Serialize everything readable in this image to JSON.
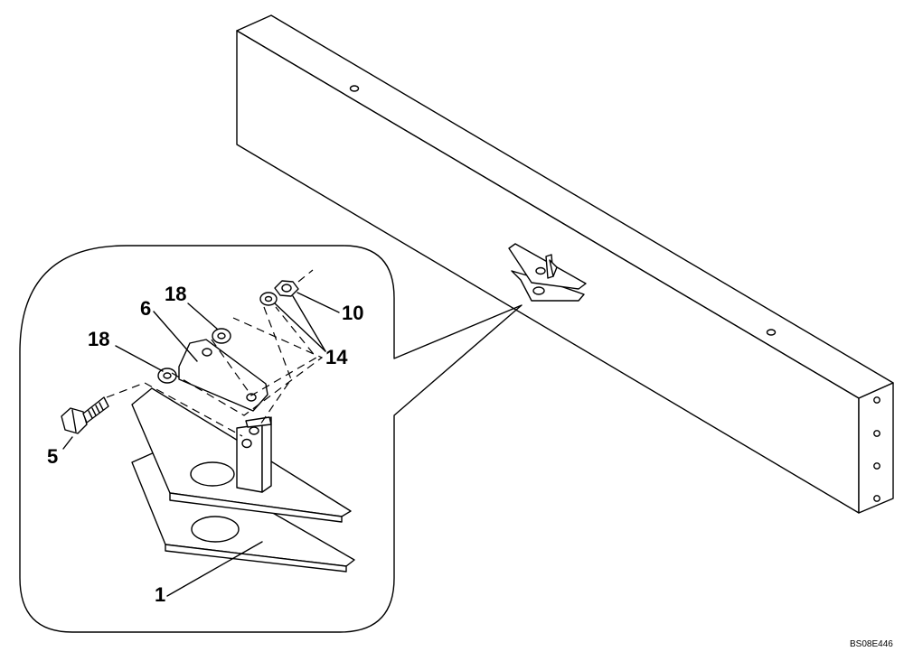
{
  "drawing_code": "BS08E446",
  "callouts": [
    {
      "id": "c1",
      "label": "1"
    },
    {
      "id": "c5",
      "label": "5"
    },
    {
      "id": "c6",
      "label": "6"
    },
    {
      "id": "c10",
      "label": "10"
    },
    {
      "id": "c14",
      "label": "14"
    },
    {
      "id": "c18a",
      "label": "18"
    },
    {
      "id": "c18b",
      "label": "18"
    }
  ]
}
